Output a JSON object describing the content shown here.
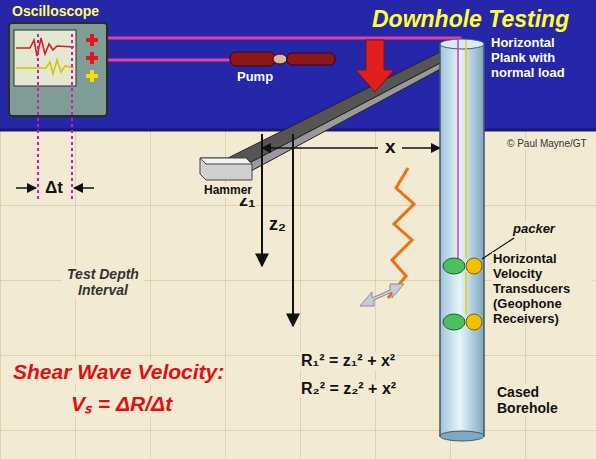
{
  "diagram": {
    "title": "Downhole Testing",
    "nodes": [
      {
        "text": [
          "Oscilloscope"
        ]
      }
    ],
    "labels": [
      "Δt",
      "Pump",
      "Horizontal Plank with normal load",
      "© Paul Mayne/GT",
      "x",
      "z₁",
      "z₂",
      "Hammer",
      "packer",
      "Horizontal Velocity Transducers (Geophone Receivers)",
      "Test Depth Interval",
      "Shear Wave Velocity:",
      "Vₛ = ΔR/Δt",
      "R₁² = z₁² + x²",
      "R₂² = z₂² + x²",
      "Cased Borehole"
    ]
  }
}
